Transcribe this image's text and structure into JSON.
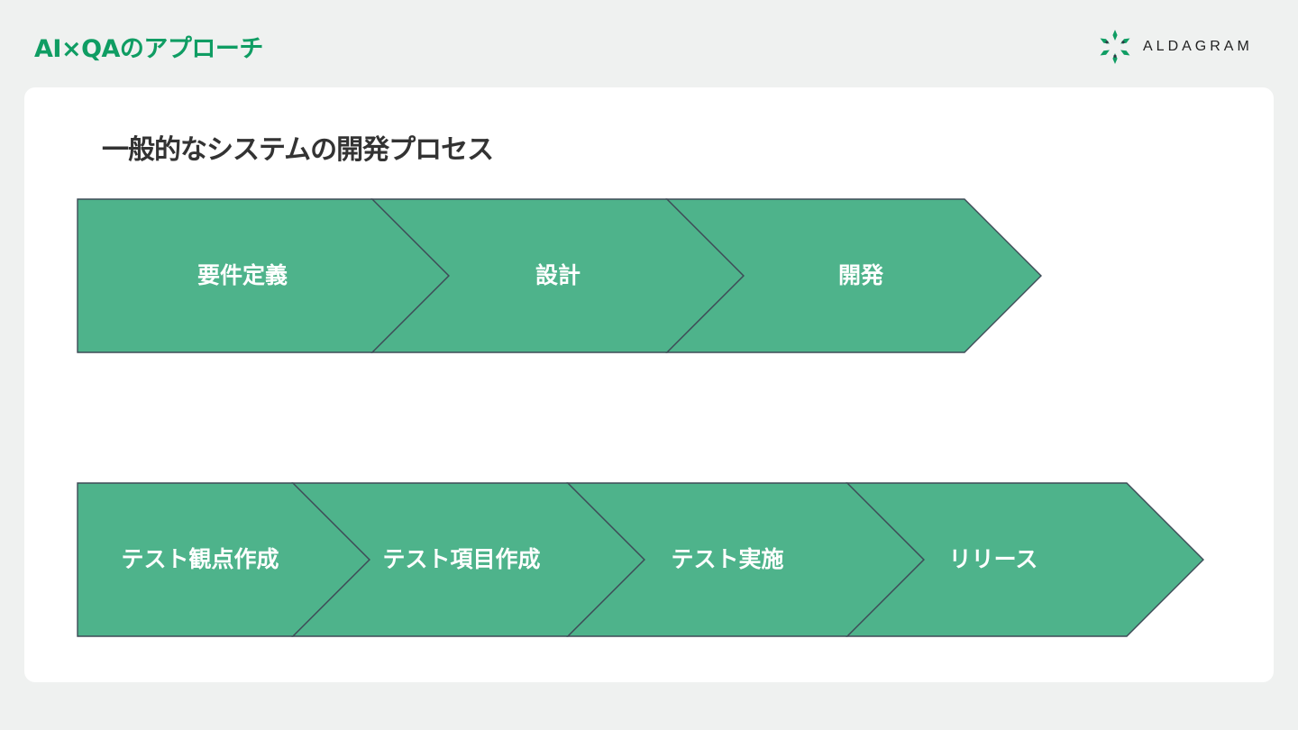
{
  "header": {
    "title": "AI×QAのアプローチ",
    "logo_text": "ALDAGRAM"
  },
  "colors": {
    "title_green": "#0f9d63",
    "chevron_fill": "#4eb38b",
    "chevron_stroke": "#3e4b57",
    "background": "#eff1f0",
    "panel": "#ffffff"
  },
  "section_title": "一般的なシステムの開発プロセス",
  "dev_flow": [
    {
      "label": "要件定義"
    },
    {
      "label": "設計"
    },
    {
      "label": "開発"
    }
  ],
  "test_flow": [
    {
      "label": "テスト観点作成"
    },
    {
      "label": "テスト項目作成"
    },
    {
      "label": "テスト実施"
    },
    {
      "label": "リリース"
    }
  ]
}
